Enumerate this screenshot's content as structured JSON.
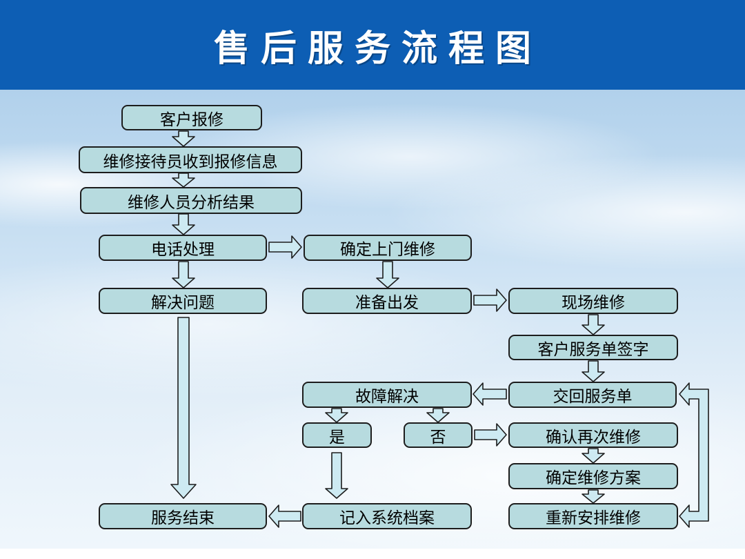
{
  "slide": {
    "title": "售后服务流程图"
  },
  "colors": {
    "header-bg": "#0d5eb4",
    "header-text": "#ffffff",
    "box-fill": "#b7dbdf",
    "box-border": "#1c1c1c",
    "arrow-fill": "#cdeaf2",
    "arrow-border": "#1c1c1c"
  },
  "nodes": [
    {
      "id": "customer-report",
      "label": "客户报修"
    },
    {
      "id": "receive-info",
      "label": "维修接待员收到报修信息"
    },
    {
      "id": "analyze-result",
      "label": "维修人员分析结果"
    },
    {
      "id": "phone-handle",
      "label": "电话处理"
    },
    {
      "id": "confirm-onsite",
      "label": "确定上门维修"
    },
    {
      "id": "solve-problem",
      "label": "解决问题"
    },
    {
      "id": "prepare-depart",
      "label": "准备出发"
    },
    {
      "id": "onsite-repair",
      "label": "现场维修"
    },
    {
      "id": "sign-form",
      "label": "客户服务单签字"
    },
    {
      "id": "fault-solved",
      "label": "故障解决"
    },
    {
      "id": "return-form",
      "label": "交回服务单"
    },
    {
      "id": "yes",
      "label": "是"
    },
    {
      "id": "no",
      "label": "否"
    },
    {
      "id": "confirm-rerepair",
      "label": "确认再次维修"
    },
    {
      "id": "repair-plan",
      "label": "确定维修方案"
    },
    {
      "id": "service-end",
      "label": "服务结束"
    },
    {
      "id": "record-archive",
      "label": "记入系统档案"
    },
    {
      "id": "reschedule-repair",
      "label": "重新安排维修"
    }
  ]
}
